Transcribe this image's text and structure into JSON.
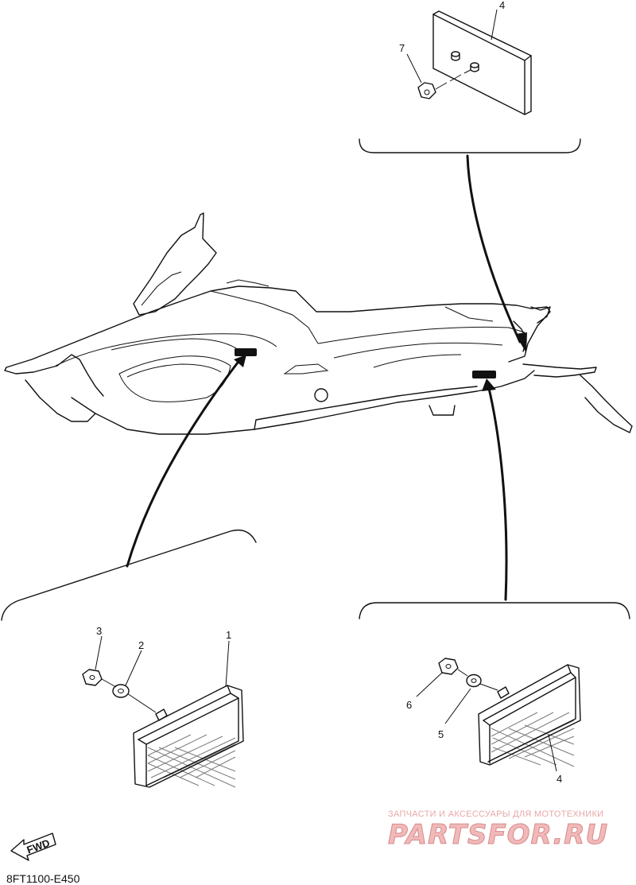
{
  "diagram": {
    "callouts": {
      "c1": "1",
      "c2": "2",
      "c3": "3",
      "c4_top": "4",
      "c4_right": "4",
      "c5": "5",
      "c6": "6",
      "c7": "7"
    },
    "fwd_label": "FWD",
    "code": "8FT1100-E450"
  },
  "watermark": {
    "tagline": "ЗАПЧАСТИ И АКСЕССУАРЫ ДЛЯ МОТОТЕХНИКИ",
    "logo": "PARTSFOR.RU"
  },
  "colors": {
    "ink": "#111111",
    "watermark": "#e9a7a7"
  }
}
